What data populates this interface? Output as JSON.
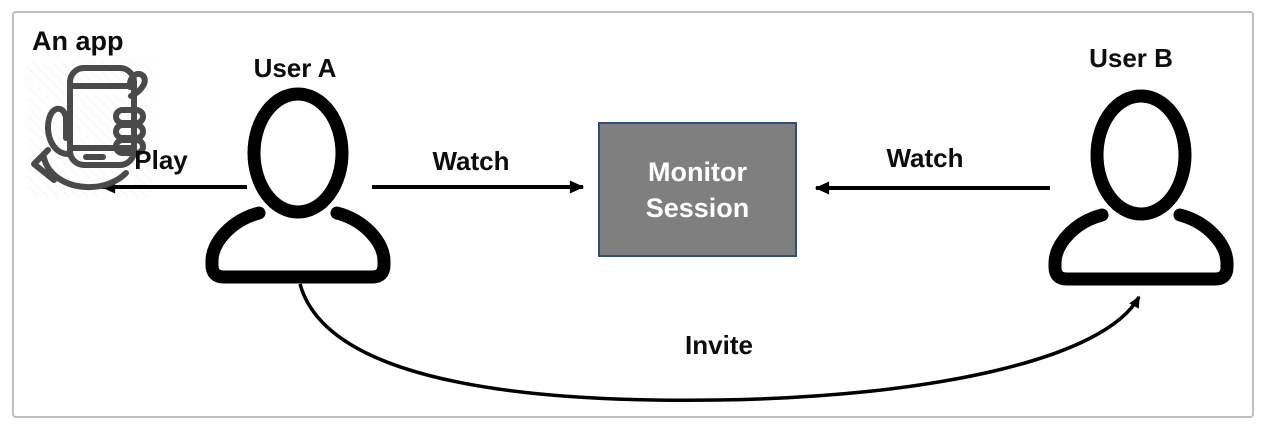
{
  "diagram": {
    "nodes": [
      {
        "id": "app",
        "label": "An app",
        "type": "app-icon"
      },
      {
        "id": "user_a",
        "label": "User A",
        "type": "person"
      },
      {
        "id": "monitor_session",
        "label": "Monitor Session",
        "type": "box"
      },
      {
        "id": "user_b",
        "label": "User B",
        "type": "person"
      }
    ],
    "edges": [
      {
        "from": "user_a",
        "to": "app",
        "label": "Play",
        "style": "straight-left"
      },
      {
        "from": "user_a",
        "to": "monitor_session",
        "label": "Watch",
        "style": "straight-right"
      },
      {
        "from": "user_b",
        "to": "monitor_session",
        "label": "Watch",
        "style": "straight-left"
      },
      {
        "from": "user_a",
        "to": "user_b",
        "label": "Invite",
        "style": "curved-bottom"
      }
    ],
    "icons": [
      {
        "name": "hand-holding-phone-icon",
        "for": "app"
      },
      {
        "name": "person-icon",
        "for": "user_a"
      },
      {
        "name": "person-icon",
        "for": "user_b"
      }
    ],
    "colors": {
      "monitor_box_fill": "#7F7F7F",
      "monitor_box_border": "#2F4E7F",
      "monitor_box_text": "#FFFFFF",
      "arrow_line": "#000000",
      "label_text": "#0D0D0D",
      "app_icon_stroke": "#4A4A4A",
      "frame_border": "#BFBFBF",
      "background": "#FFFFFF"
    }
  }
}
